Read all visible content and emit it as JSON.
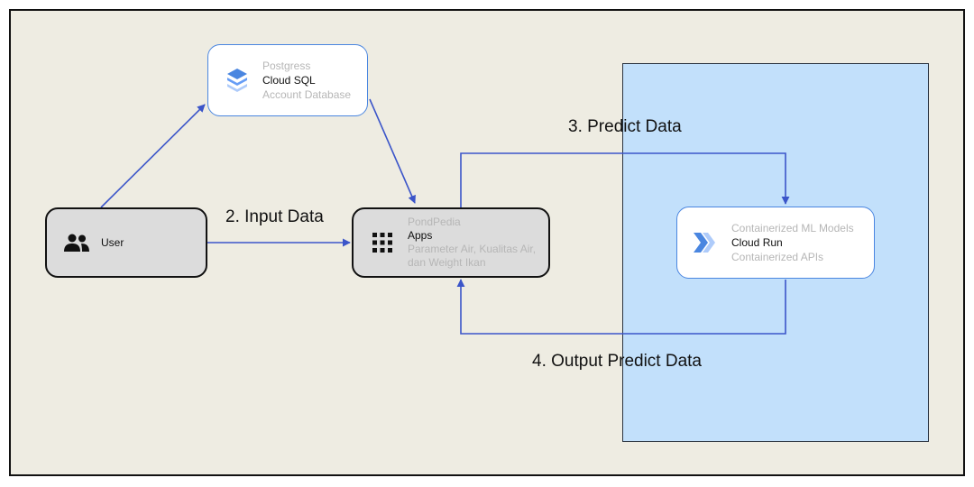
{
  "nodes": {
    "user": {
      "label": "User",
      "icon": "users-icon"
    },
    "postgres": {
      "top_label": "Postgress",
      "title": "Cloud SQL",
      "subtitle": "Account Database",
      "icon": "cloud-sql-icon"
    },
    "apps": {
      "top_label": "PondPedia",
      "title": "Apps",
      "subtitle_line1": "Parameter Air, Kualitas Air,",
      "subtitle_line2": "dan Weight Ikan",
      "icon": "grid-apps-icon"
    },
    "cloud_run": {
      "top_label": "Containerized ML Models",
      "title": "Cloud Run",
      "subtitle": "Containerized APIs",
      "icon": "cloud-run-icon"
    }
  },
  "edges": {
    "input": {
      "label": "2. Input Data"
    },
    "predict": {
      "label": "3. Predict Data"
    },
    "output": {
      "label": "4. Output Predict Data"
    }
  },
  "colors": {
    "canvas_bg": "#eeece2",
    "region_bg": "#c2e0fb",
    "edge": "#3b55c9",
    "node_border_blue": "#4a86e0"
  }
}
